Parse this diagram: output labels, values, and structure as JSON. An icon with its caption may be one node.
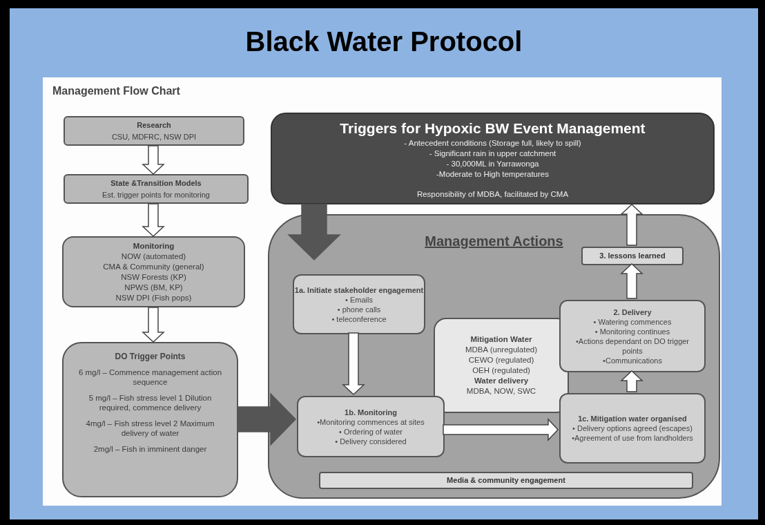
{
  "diagram": {
    "title": "Black Water Protocol",
    "nodes": [
      {
        "text": [
          "Research",
          "CSU, MDFRC, NSW DPI"
        ]
      },
      {
        "text": [
          "State &Transition Models",
          "Est. trigger points for monitoring"
        ]
      },
      {
        "text": [
          "Monitoring",
          "NOW (automated)",
          "CMA & Community (general)",
          "NSW Forests (KP)",
          "NPWS (BM, KP)",
          "NSW DPI (Fish pops)"
        ]
      },
      {
        "text": [
          "DO Trigger Points",
          "6 mg/l – Commence management action sequence",
          "5 mg/l – Fish stress level 1 Dilution required, commence delivery",
          "4mg/l – Fish stress level 2 Maximum delivery of water",
          "2mg/l – Fish in imminent danger"
        ]
      },
      {
        "text": [
          "Triggers for Hypoxic BW Event Management",
          "- Antecedent conditions (Storage full, likely to spill)",
          "- Significant rain in upper catchment",
          "- 30,000ML in Yarrawonga",
          "-Moderate to High temperatures",
          "Responsibility of MDBA, facilitated by CMA"
        ]
      },
      {
        "text": [
          "Management Actions"
        ]
      },
      {
        "text": [
          "1a. Initiate stakeholder engagement",
          "• Emails",
          "• phone calls",
          "• teleconference"
        ],
        "in": 5
      },
      {
        "text": [
          "Mitigation Water",
          "MDBA (unregulated)",
          "CEWO (regulated)",
          "OEH (regulated)",
          "Water delivery",
          "MDBA, NOW, SWC"
        ],
        "in": 5
      },
      {
        "text": [
          "1b. Monitoring",
          "•Monitoring commences at sites",
          "• Ordering of water",
          "• Delivery considered"
        ],
        "in": 5
      },
      {
        "text": [
          "1c. Mitigation water organised",
          "• Delivery options agreed (escapes)",
          "•Agreement of use from landholders"
        ],
        "in": 5
      },
      {
        "text": [
          "2. Delivery",
          "• Watering commences",
          "• Monitoring continues",
          "•Actions dependant on DO trigger points",
          "•Communications"
        ],
        "in": 5
      },
      {
        "text": [
          "3. lessons learned"
        ],
        "in": 5
      },
      {
        "text": [
          "Media & community engagement"
        ],
        "in": 5
      }
    ],
    "edges": [
      {
        "from": 0,
        "to": 1,
        "arrow": "to"
      },
      {
        "from": 1,
        "to": 2,
        "arrow": "to"
      },
      {
        "from": 2,
        "to": 3,
        "arrow": "to"
      },
      {
        "from": 4,
        "to": 5,
        "arrow": "to",
        "style": "thick",
        "color": "#555555"
      },
      {
        "from": 3,
        "to": 8,
        "arrow": "to",
        "style": "thick",
        "color": "#555555"
      },
      {
        "from": 6,
        "to": 8,
        "arrow": "to"
      },
      {
        "from": 8,
        "to": 9,
        "arrow": "to"
      },
      {
        "from": 9,
        "to": 10,
        "arrow": "to"
      },
      {
        "from": 10,
        "to": 11,
        "arrow": "to"
      },
      {
        "from": 11,
        "to": 4,
        "arrow": "to"
      }
    ],
    "labels": [
      "Management Flow Chart"
    ]
  }
}
